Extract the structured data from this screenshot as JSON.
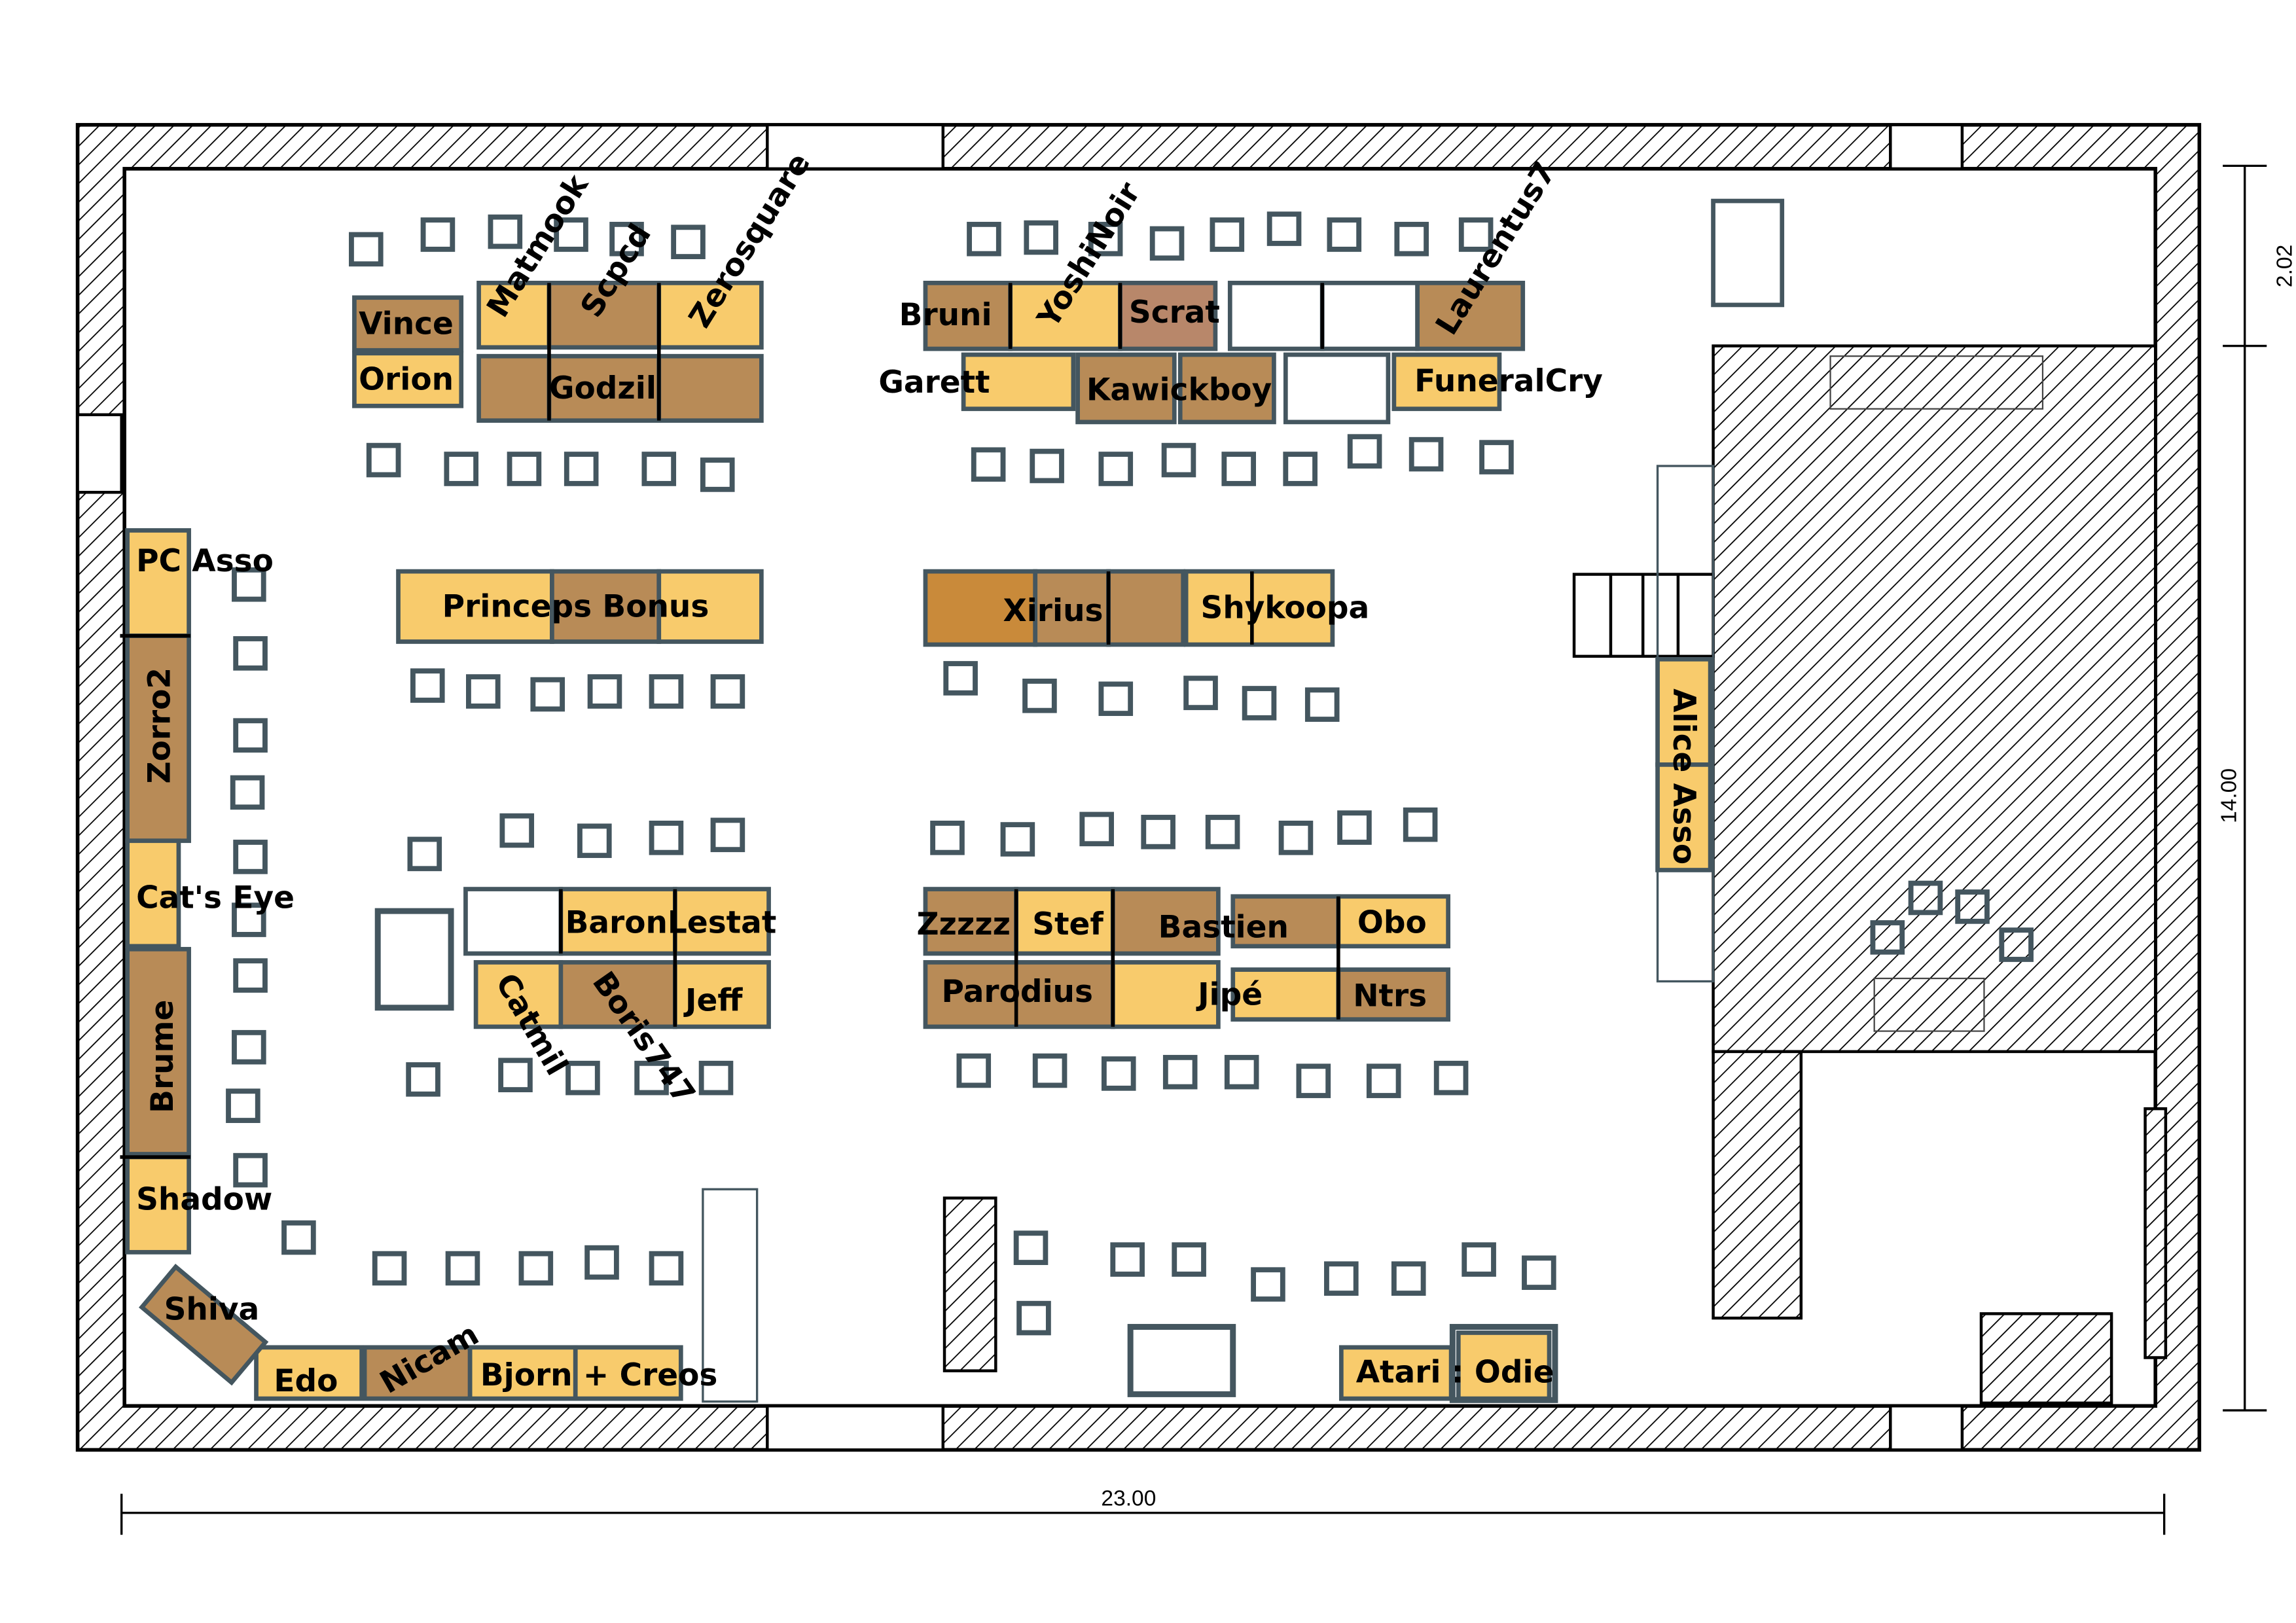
{
  "colors": {
    "desk_light": "#f8cb6c",
    "desk_dark": "#b88b57",
    "outline": "#44565f",
    "wall": "#000000"
  },
  "dimensions": {
    "width": "23.00",
    "height": "14.00",
    "top_right": "2.02"
  },
  "labels": {
    "vince": "Vince",
    "orion": "Orion",
    "matmook": "Matmook",
    "scpcd": "Scpcd",
    "zerosquare": "Zerosquare",
    "godzil": "Godzil",
    "bruni": "Bruni",
    "yoshinoir": "YoshiNoir",
    "scrat": "Scrat",
    "laurentus7": "Laurentus7",
    "garett": "Garett",
    "kawickboy": "Kawickboy",
    "funeralcry": "FuneralCry",
    "pc_asso": "PC Asso",
    "princeps_bonus": "Princeps Bonus",
    "xirius": "Xirius",
    "shykoopa": "Shykoopa",
    "zorro2": "Zorro2",
    "alice_asso": "Alice Asso",
    "cats_eye": "Cat's Eye",
    "baronlestat": "BaronLestat",
    "catmil": "Catmil",
    "boris747": "Boris747",
    "jeff": "Jeff",
    "zzzzz": "Zzzzz",
    "stef": "Stef",
    "bastien": "Bastien",
    "obo": "Obo",
    "parodius": "Parodius",
    "jipe": "Jipé",
    "ntrs": "Ntrs",
    "brume": "Brume",
    "shadow": "Shadow",
    "shiva": "Shiva",
    "edo": "Edo",
    "nicam": "Nicam",
    "bjorn_creos": "Bjorn + Creos",
    "atari_odie": "Atari : Odie"
  }
}
